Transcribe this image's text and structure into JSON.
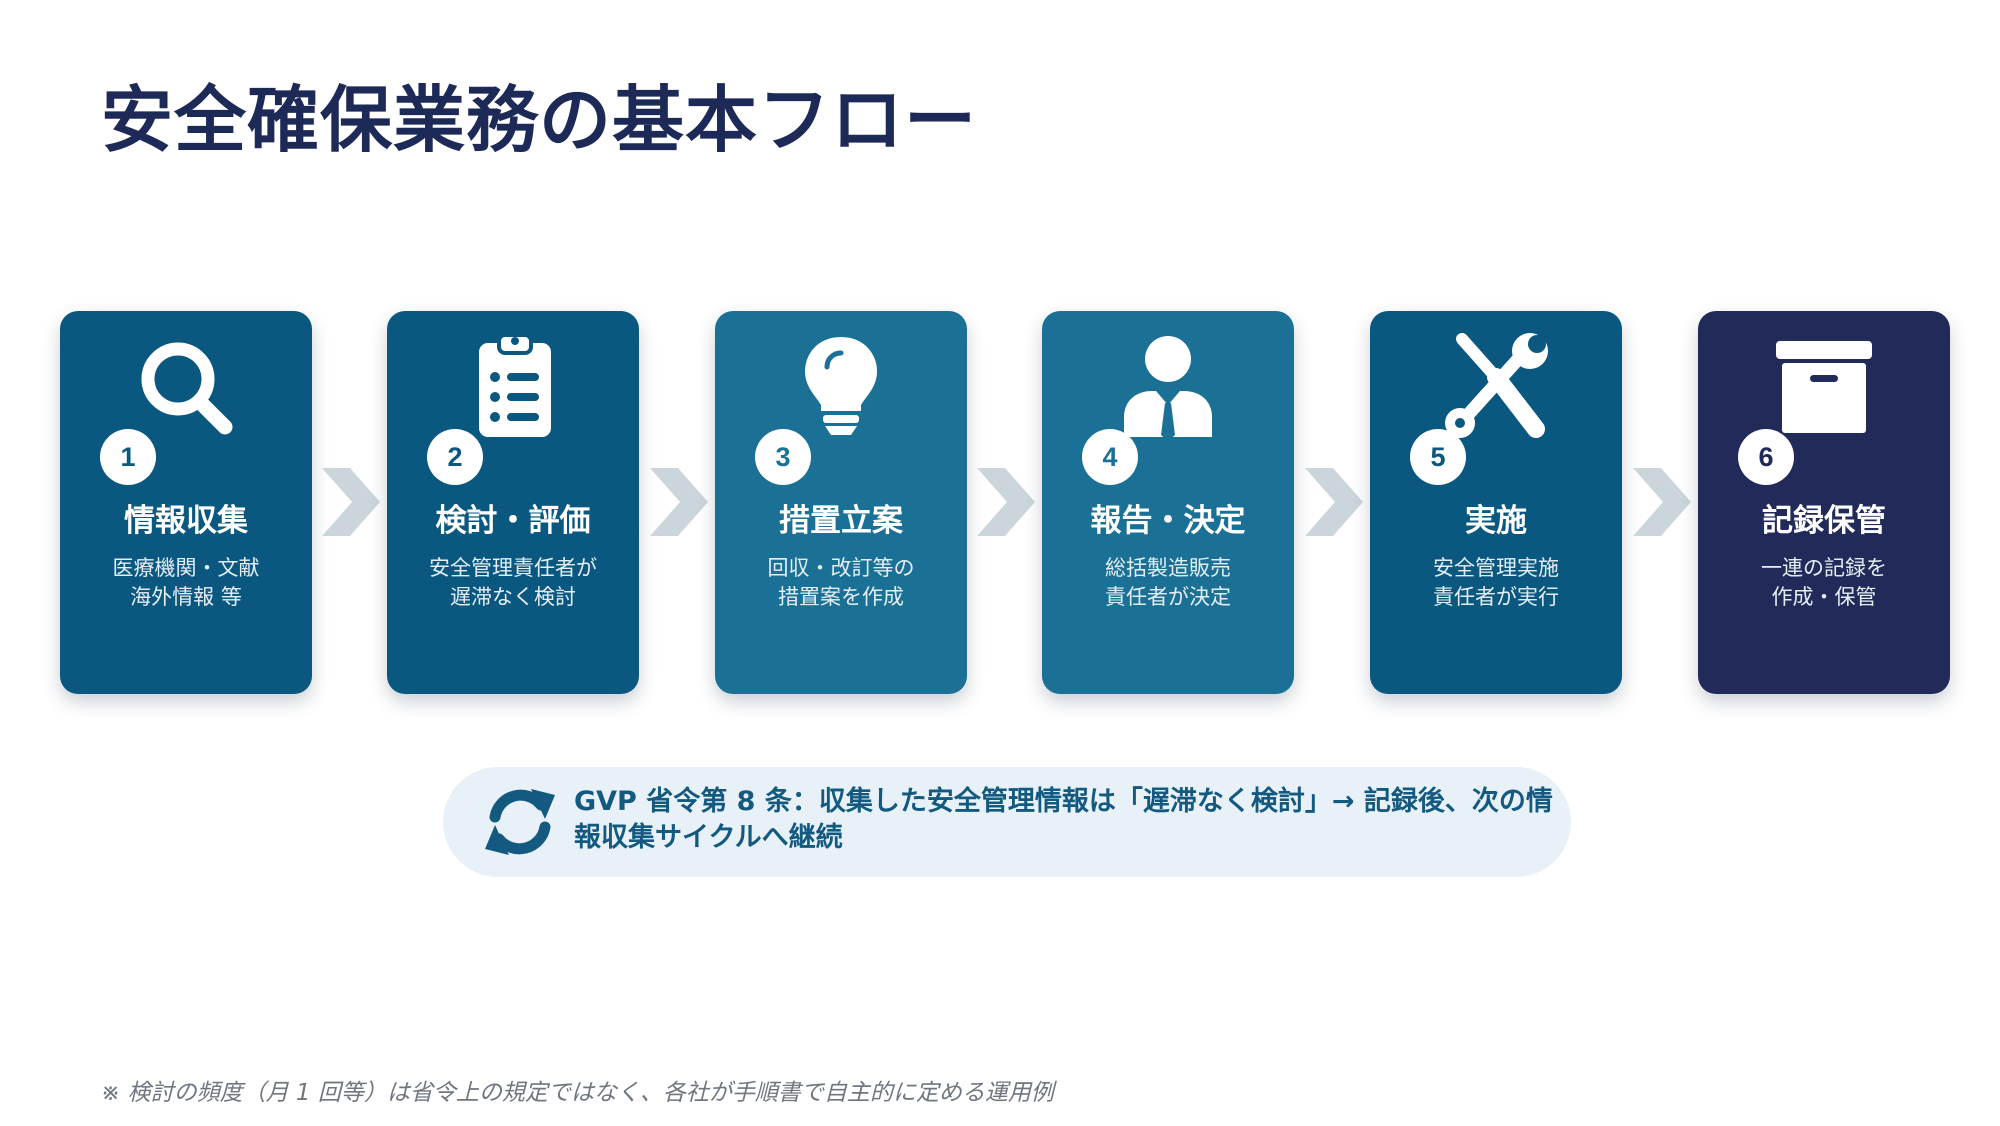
{
  "title": "安全確保業務の基本フロー",
  "colors": {
    "step_dark": "#0a5880",
    "step_mid": "#1b7195",
    "step_final": "#222a5a",
    "arrow": "#cbd6dc",
    "note_bg": "#e8f1f7",
    "note_text": "#145a80"
  },
  "steps": [
    {
      "number": "1",
      "label": "情報収集",
      "desc": [
        "医療機関・文献",
        "海外情報 等"
      ],
      "icon": "search-icon"
    },
    {
      "number": "2",
      "label": "検討・評価",
      "desc": [
        "安全管理責任者が",
        "遅滞なく検討"
      ],
      "icon": "clipboard-list-icon"
    },
    {
      "number": "3",
      "label": "措置立案",
      "desc": [
        "回収・改訂等の",
        "措置案を作成"
      ],
      "icon": "lightbulb-icon"
    },
    {
      "number": "4",
      "label": "報告・決定",
      "desc": [
        "総括製造販売",
        "責任者が決定"
      ],
      "icon": "user-tie-icon"
    },
    {
      "number": "5",
      "label": "実施",
      "desc": [
        "安全管理実施",
        "責任者が実行"
      ],
      "icon": "tools-icon"
    },
    {
      "number": "6",
      "label": "記録保管",
      "desc": [
        "一連の記録を",
        "作成・保管"
      ],
      "icon": "archive-box-icon"
    }
  ],
  "note": {
    "icon": "sync-icon",
    "text": "GVP 省令第 8 条：収集した安全管理情報は「遅滞なく検討」→ 記録後、次の情報収集サイクルへ継続"
  },
  "footnote": "※ 検討の頻度（月 1 回等）は省令上の規定ではなく、各社が手順書で自主的に定める運用例"
}
